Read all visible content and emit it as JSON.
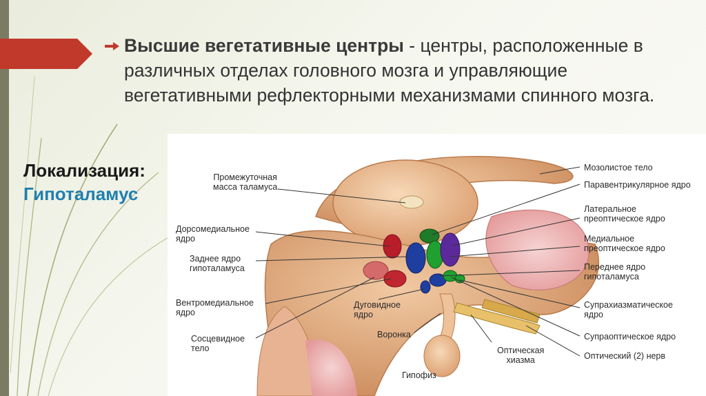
{
  "slide": {
    "heading_bold": "Высшие вегетативные центры",
    "heading_rest": " - центры, расположенные в различных отделах головного мозга и управляющие вегетативными рефлекторными механизмами спинного мозга.",
    "location_label": "Локализация:",
    "location_value": "Гипоталамус",
    "accent_color": "#c0392b",
    "highlight_color": "#1f7fb0"
  },
  "figure": {
    "labels_left": [
      "Промежуточная\nмасса таламуса",
      "Дорсомедиальное\nядро",
      "Заднее ядро\nгипоталамуса",
      "Вентромедиальное\nядро",
      "Сосцевидное\nтело"
    ],
    "labels_bottom": [
      "Дуговидное\nядро",
      "Воронка",
      "Гипофиз",
      "Оптическая\nхиазма"
    ],
    "labels_right": [
      "Мозолистое тело",
      "Паравентрикулярное ядро",
      "Латеральное\nпреоптическое ядро",
      "Медиальное\nпреоптическое ядро",
      "Переднее ядро\nгипоталамуса",
      "Супрахиазматическое\nядро",
      "Супраоптическое ядро",
      "Оптический (2) нерв"
    ]
  }
}
